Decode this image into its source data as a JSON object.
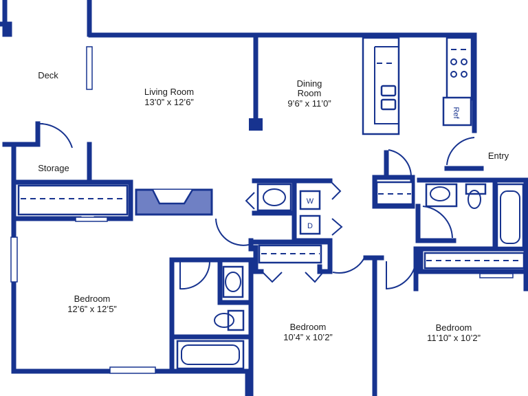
{
  "rooms": {
    "deck": {
      "name": "Deck"
    },
    "storage": {
      "name": "Storage"
    },
    "living": {
      "name": "Living Room",
      "dims": "13’0” x 12’6”"
    },
    "dining": {
      "name": "Dining",
      "name2": "Room",
      "dims": "9’6” x 11’0”"
    },
    "entry": {
      "name": "Entry"
    },
    "bedroom1": {
      "name": "Bedroom",
      "dims": "12’6” x 12’5”"
    },
    "bedroom2": {
      "name": "Bedroom",
      "dims": "10’4” x 10’2”"
    },
    "bedroom3": {
      "name": "Bedroom",
      "dims": "11’10” x 10’2”"
    }
  },
  "appliances": {
    "washer": "W",
    "dryer": "D",
    "fridge": "Ref"
  },
  "colors": {
    "wall": "#17338f",
    "fireplace": "#6f80c4"
  }
}
